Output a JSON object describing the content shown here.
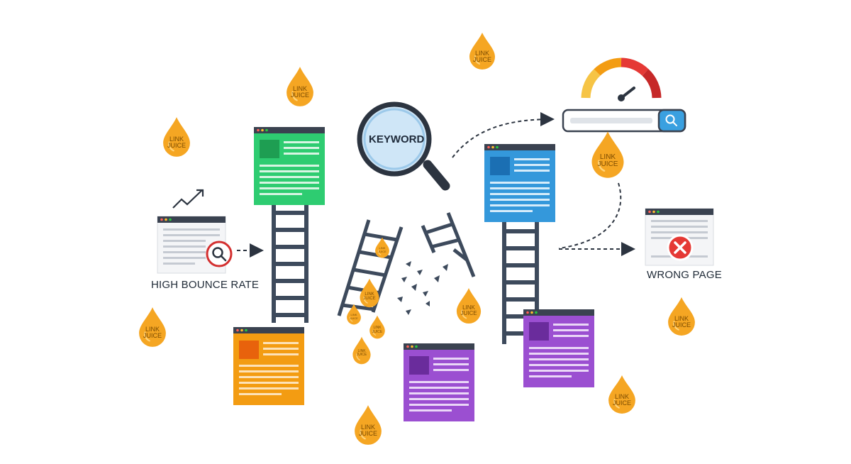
{
  "labels": {
    "high_bounce_rate": "HIGH BOUNCE RATE",
    "wrong_page": "WRONG PAGE",
    "keyword": "KEYWORD"
  },
  "drop_text": {
    "line1": "LINK",
    "line2": "JUICE"
  },
  "colors": {
    "green_page": "#2ecc71",
    "blue_page": "#3498db",
    "orange_page": "#f39c12",
    "purple_page": "#8e44ad",
    "drop": "#f5a623",
    "ladder": "#3d4a5c",
    "error": "#e53935",
    "search_accent": "#3aa0e0"
  },
  "icons": [
    "trend-up-icon",
    "magnifier-icon",
    "search-icon",
    "close-icon",
    "gauge-icon"
  ]
}
